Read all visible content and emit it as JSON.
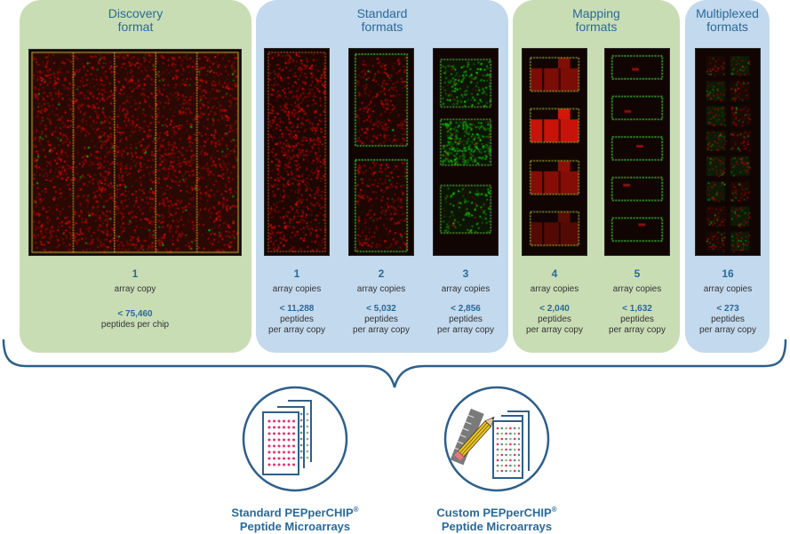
{
  "panels": [
    {
      "id": "discovery",
      "title_line1": "Discovery",
      "title_line2": "format",
      "color": "green",
      "columns": [
        {
          "copies": "1",
          "copies_label": "array copy",
          "peptides": "< 75,460",
          "peptides_label_line1": "peptides per chip",
          "peptides_label_line2": ""
        }
      ]
    },
    {
      "id": "standard",
      "title_line1": "Standard",
      "title_line2": "formats",
      "color": "blue",
      "columns": [
        {
          "copies": "1",
          "copies_label": "array copies",
          "peptides": "< 11,288",
          "peptides_label_line1": "peptides",
          "peptides_label_line2": "per array copy"
        },
        {
          "copies": "2",
          "copies_label": "array copies",
          "peptides": "< 5,032",
          "peptides_label_line1": "peptides",
          "peptides_label_line2": "per array copy"
        },
        {
          "copies": "3",
          "copies_label": "array copies",
          "peptides": "< 2,856",
          "peptides_label_line1": "peptides",
          "peptides_label_line2": "per array copy"
        }
      ]
    },
    {
      "id": "mapping",
      "title_line1": "Mapping",
      "title_line2": "formats",
      "color": "green",
      "columns": [
        {
          "copies": "4",
          "copies_label": "array copies",
          "peptides": "< 2,040",
          "peptides_label_line1": "peptides",
          "peptides_label_line2": "per array copy"
        },
        {
          "copies": "5",
          "copies_label": "array copies",
          "peptides": "< 1,632",
          "peptides_label_line1": "peptides",
          "peptides_label_line2": "per array copy"
        }
      ]
    },
    {
      "id": "multiplexed",
      "title_line1": "Multiplexed",
      "title_line2": "formats",
      "color": "blue",
      "columns": [
        {
          "copies": "16",
          "copies_label": "array copies",
          "peptides": "< 273",
          "peptides_label_line1": "peptides",
          "peptides_label_line2": "per array copy"
        }
      ]
    }
  ],
  "products": [
    {
      "name_line1": "Standard PEPperCHIP",
      "registered": "®",
      "name_line2": "Peptide Microarrays",
      "icon": "standard-microarray-icon"
    },
    {
      "name_line1": "Custom PEPperCHIP",
      "registered": "®",
      "name_line2": "Peptide Microarrays",
      "icon": "custom-microarray-pencil-ruler-icon"
    }
  ],
  "colors": {
    "green_panel": "#c9ddb5",
    "blue_panel": "#c3d9ee",
    "accent": "#2b6a96",
    "dot_red": "#e0336a",
    "dot_green": "#8db56a",
    "dot_teal": "#5d8a7a"
  }
}
